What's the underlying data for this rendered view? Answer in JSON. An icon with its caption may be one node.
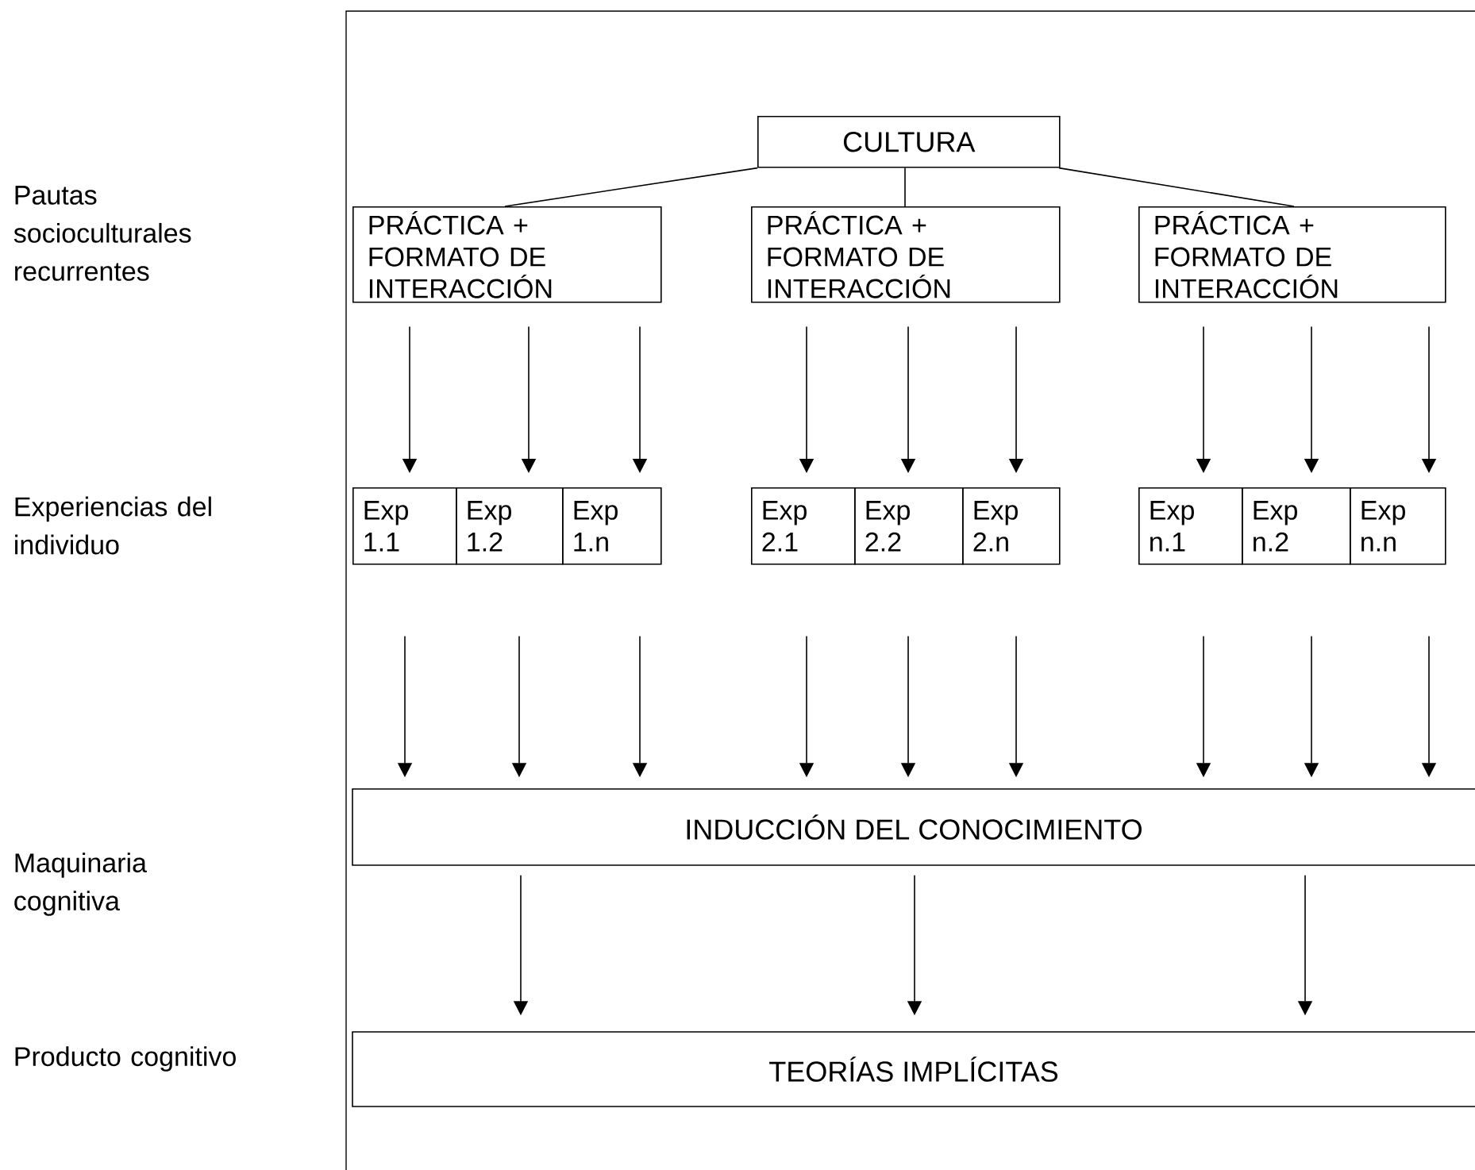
{
  "diagram": {
    "nodes": [
      {
        "text": [
          "CULTURA"
        ]
      },
      {
        "text": [
          "PRÁCTICA + FORMATO DE INTERACCIÓN"
        ]
      },
      {
        "text": [
          "PRÁCTICA + FORMATO DE INTERACCIÓN"
        ]
      },
      {
        "text": [
          "PRÁCTICA + FORMATO DE INTERACCIÓN"
        ]
      },
      {
        "text": [
          "Exp 1.1"
        ]
      },
      {
        "text": [
          "Exp 1.2"
        ]
      },
      {
        "text": [
          "Exp 1.n"
        ]
      },
      {
        "text": [
          "Exp 2.1"
        ]
      },
      {
        "text": [
          "Exp 2.2"
        ]
      },
      {
        "text": [
          "Exp 2.n"
        ]
      },
      {
        "text": [
          "Exp n.1"
        ]
      },
      {
        "text": [
          "Exp n.2"
        ]
      },
      {
        "text": [
          "Exp n.n"
        ]
      },
      {
        "text": [
          "INDUCCIÓN DEL CONOCIMIENTO"
        ]
      },
      {
        "text": [
          "TEORÍAS IMPLÍCITAS"
        ]
      }
    ],
    "edges": [
      {
        "from": 0,
        "to": 1,
        "arrow": "none"
      },
      {
        "from": 0,
        "to": 2,
        "arrow": "none"
      },
      {
        "from": 0,
        "to": 3,
        "arrow": "none"
      },
      {
        "from": 1,
        "to": 4,
        "arrow": "to"
      },
      {
        "from": 1,
        "to": 5,
        "arrow": "to"
      },
      {
        "from": 1,
        "to": 6,
        "arrow": "to"
      },
      {
        "from": 2,
        "to": 7,
        "arrow": "to"
      },
      {
        "from": 2,
        "to": 8,
        "arrow": "to"
      },
      {
        "from": 2,
        "to": 9,
        "arrow": "to"
      },
      {
        "from": 3,
        "to": 10,
        "arrow": "to"
      },
      {
        "from": 3,
        "to": 11,
        "arrow": "to"
      },
      {
        "from": 3,
        "to": 12,
        "arrow": "to"
      },
      {
        "from": 4,
        "to": 13,
        "arrow": "to"
      },
      {
        "from": 5,
        "to": 13,
        "arrow": "to"
      },
      {
        "from": 6,
        "to": 13,
        "arrow": "to"
      },
      {
        "from": 7,
        "to": 13,
        "arrow": "to"
      },
      {
        "from": 8,
        "to": 13,
        "arrow": "to"
      },
      {
        "from": 9,
        "to": 13,
        "arrow": "to"
      },
      {
        "from": 10,
        "to": 13,
        "arrow": "to"
      },
      {
        "from": 11,
        "to": 13,
        "arrow": "to"
      },
      {
        "from": 12,
        "to": 13,
        "arrow": "to"
      },
      {
        "from": 13,
        "to": 14,
        "arrow": "to"
      },
      {
        "from": 13,
        "to": 14,
        "arrow": "to"
      },
      {
        "from": 13,
        "to": 14,
        "arrow": "to"
      }
    ],
    "labels": [
      "Pautas socioculturales recurrentes",
      "Experiencias del individuo",
      "Maquinaria cognitiva",
      "Producto cognitivo"
    ]
  }
}
